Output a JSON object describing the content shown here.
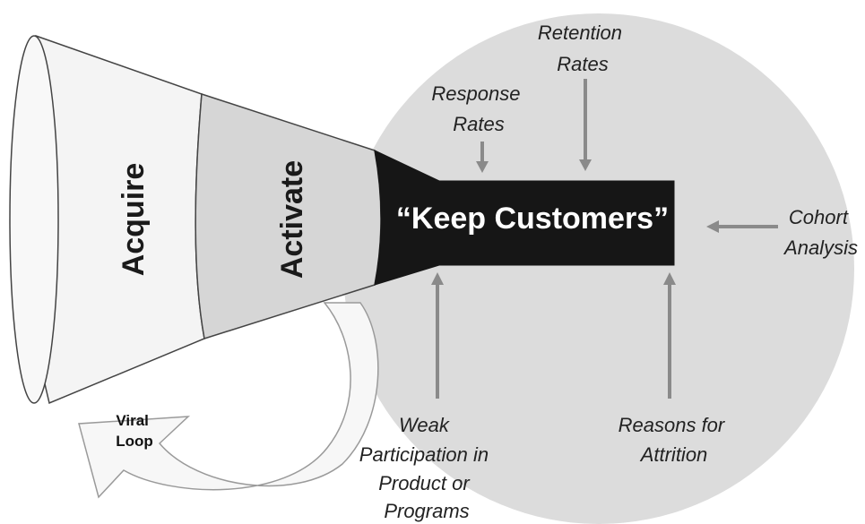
{
  "funnel": {
    "acquire": "Acquire",
    "activate": "Activate",
    "keep": "“Keep Customers”"
  },
  "labels": {
    "retention": [
      "Retention",
      "Rates"
    ],
    "response": [
      "Response",
      "Rates"
    ],
    "cohort": [
      "Cohort",
      "Analysis"
    ],
    "weak": [
      "Weak",
      "Participation in",
      "Product or",
      "Programs"
    ],
    "reasons": [
      "Reasons for",
      "Attrition"
    ],
    "viral": [
      "Viral",
      "Loop"
    ]
  },
  "colors": {
    "circle": "#dcdcdc",
    "acquire_fill": "#f4f4f4",
    "activate_fill": "#d6d6d6",
    "keep_box": "#161616",
    "arrow": "#8a8a8a"
  }
}
